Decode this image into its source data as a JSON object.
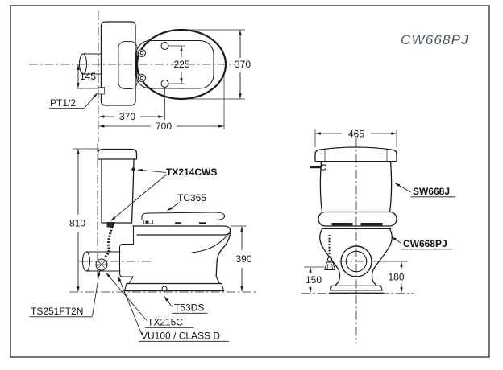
{
  "title": "CW668PJ",
  "colors": {
    "line": "#1c1c1c",
    "title_text": "#4a5462",
    "label_text": "#111111",
    "background": "#ffffff"
  },
  "top_view": {
    "dims": {
      "pipe_center_height": "145",
      "bolt_spacing": "225",
      "bowl_width": "370",
      "back_to_bolt": "370",
      "overall_depth": "700"
    },
    "labels": {
      "water_inlet": "PT1/2"
    }
  },
  "side_view": {
    "dims": {
      "overall_height": "810",
      "rim_height": "390"
    },
    "labels": {
      "tank_fittings": "TX214CWS",
      "seat": "TC365",
      "stop_valve": "TS251FT2N",
      "bolt_cap": "T53DS",
      "supply_hose": "TX215C",
      "outlet_socket": "VU100 / CLASS D"
    }
  },
  "front_view": {
    "dims": {
      "tank_width": "465",
      "valve_height": "150",
      "outlet_height": "180"
    },
    "labels": {
      "tank": "SW668J",
      "bowl": "CW668PJ"
    }
  }
}
